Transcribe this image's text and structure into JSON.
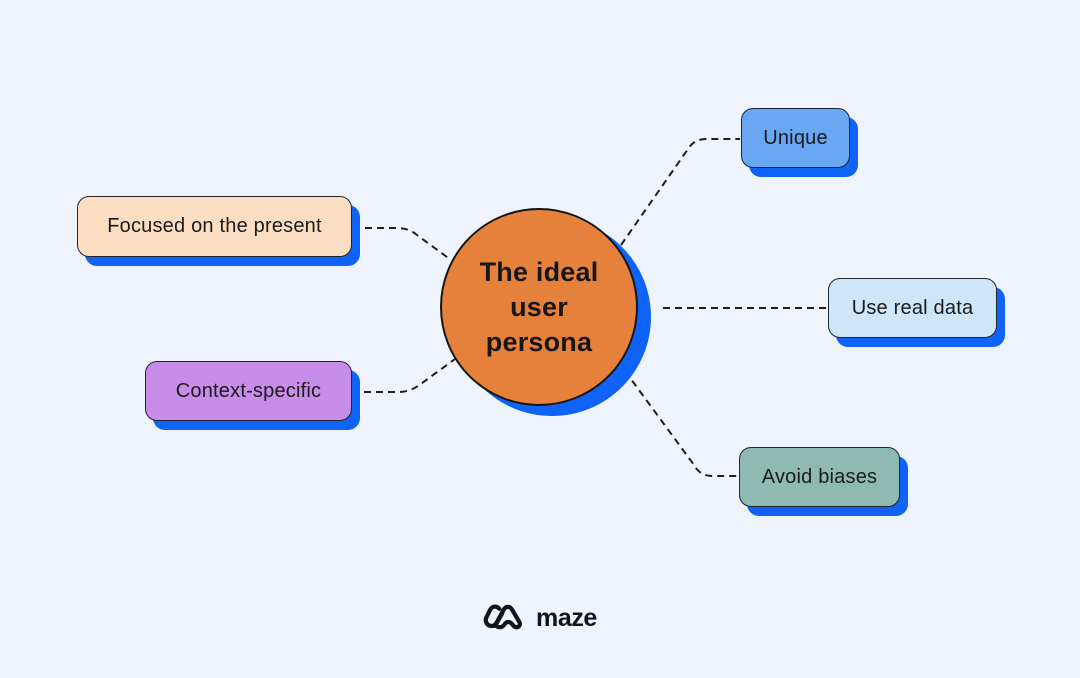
{
  "diagram": {
    "title_note": "mind map of ideal user persona traits",
    "center": {
      "label": "The ideal\nuser\npersona",
      "fill": "#E6813B"
    },
    "nodes": {
      "unique": {
        "label": "Unique",
        "fill": "#68A7F2"
      },
      "use_real_data": {
        "label": "Use real data",
        "fill": "#CEE6F9"
      },
      "avoid_biases": {
        "label": "Avoid biases",
        "fill": "#8FBAB1"
      },
      "focused_present": {
        "label": "Focused on the present",
        "fill": "#FBDEC2"
      },
      "context_specific": {
        "label": "Context-specific",
        "fill": "#C88CE9"
      }
    },
    "colors": {
      "background": "#EFF3FB",
      "shadow_blue": "#0F63F7",
      "outline": "#20242E",
      "connector": "#1F1F1F",
      "text": "#1A1A1A"
    }
  },
  "logo": {
    "brand": "maze",
    "icon": "maze-logo-icon"
  }
}
